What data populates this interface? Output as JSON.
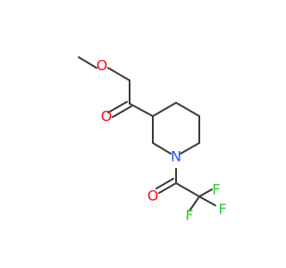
{
  "molecule": {
    "colors": {
      "bond": "#3a3a3a",
      "oxygen": "#ff0d0d",
      "nitrogen": "#3050f8",
      "fluorine": "#33cc33"
    },
    "atoms": {
      "ester_oxygen": "O",
      "carbonyl_oxygen_ester": "O",
      "ring_nitrogen": "N",
      "carbonyl_oxygen_amide": "O",
      "fluorine_top": "F",
      "fluorine_right": "F",
      "fluorine_bottom": "F"
    }
  }
}
